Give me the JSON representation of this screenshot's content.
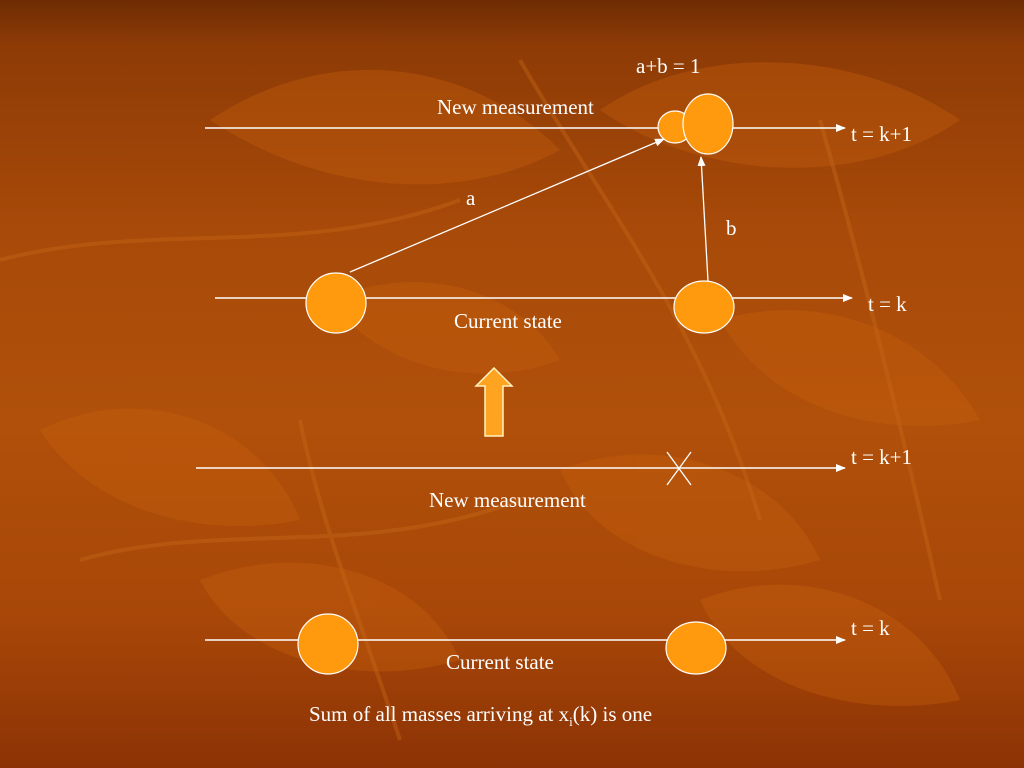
{
  "colors": {
    "background_top": "#6e2c04",
    "background_mid": "#b0500a",
    "line": "#ffffff",
    "node_fill": "#ff9a0f",
    "node_stroke": "#ffffff",
    "arrow_fill": "#ffa421",
    "arrow_stroke": "#fff3c0"
  },
  "top_panel": {
    "constraint_label": "a+b = 1",
    "new_measurement_label": "New measurement",
    "time_next_label": "t = k+1",
    "edge_a_label": "a",
    "edge_b_label": "b",
    "current_state_label": "Current state",
    "time_current_label": "t = k"
  },
  "bottom_panel": {
    "time_next_label": "t = k+1",
    "new_measurement_label": "New measurement",
    "time_current_label": "t = k",
    "current_state_label": "Current state"
  },
  "caption": {
    "prefix": "Sum of all masses arriving at x",
    "subscript": "i",
    "suffix": "(k) is one"
  }
}
